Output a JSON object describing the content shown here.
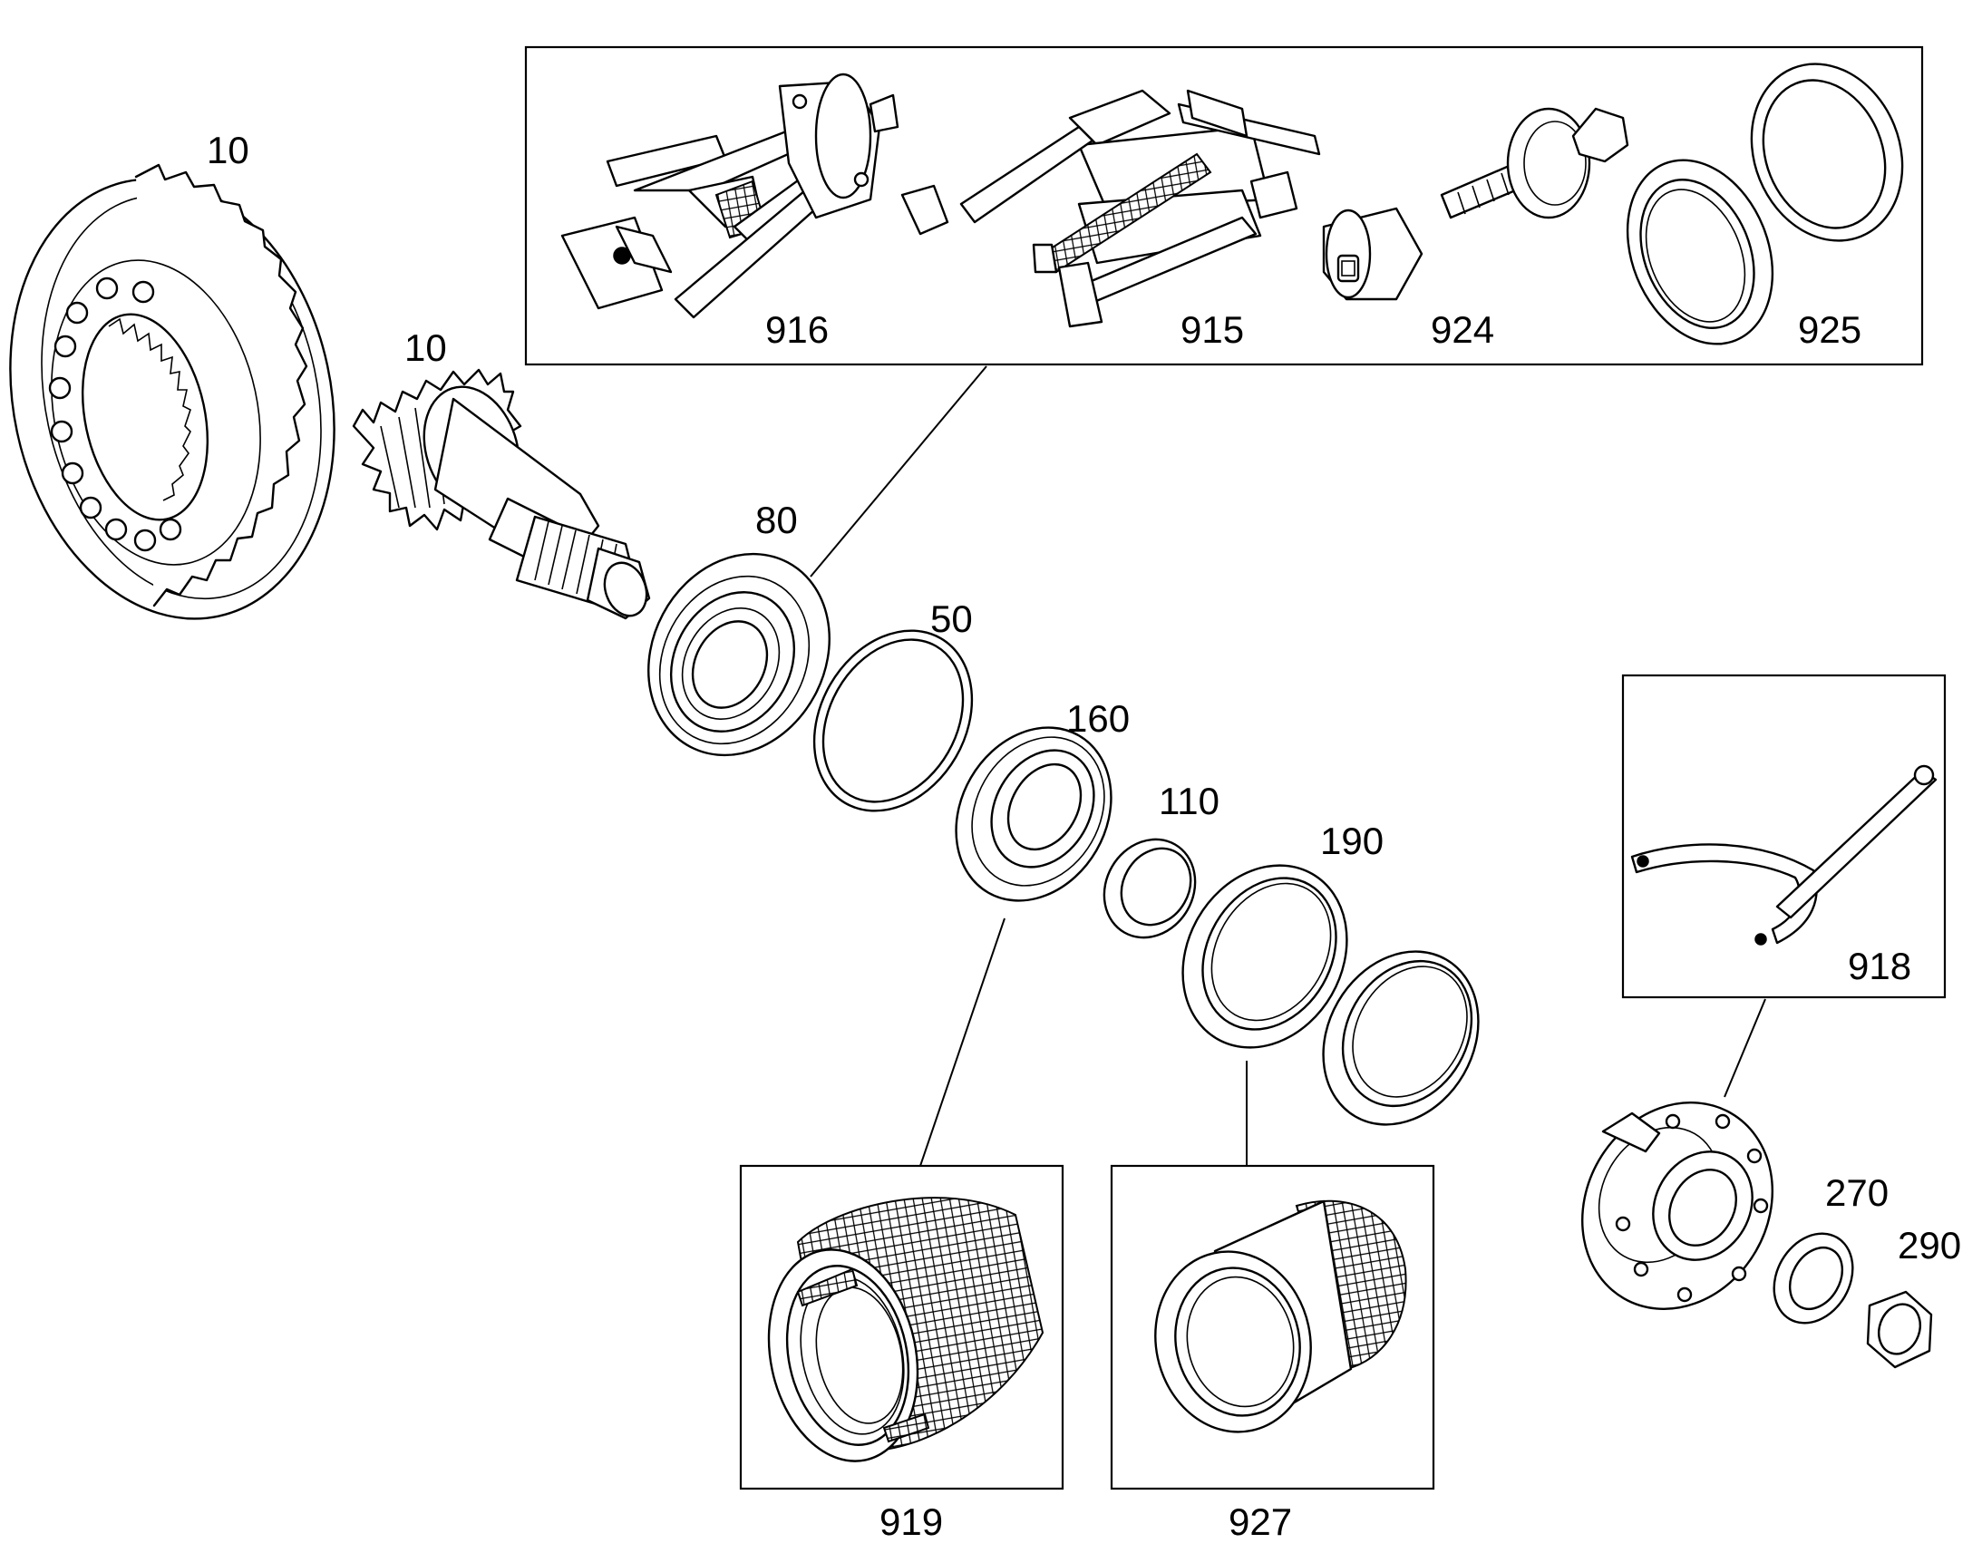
{
  "callouts": {
    "ring_gear": "10",
    "pinion": "10",
    "bearing_80": "80",
    "ring_50": "50",
    "bearing_160": "160",
    "spacer_110": "110",
    "seal_190": "190",
    "flange_270": "270",
    "nut_290": "290",
    "tool_916": "916",
    "tool_915": "915",
    "tool_924": "924",
    "tool_925": "925",
    "tool_918": "918",
    "tool_919": "919",
    "tool_927": "927"
  },
  "colors": {
    "line": "#000000",
    "background": "#ffffff"
  }
}
